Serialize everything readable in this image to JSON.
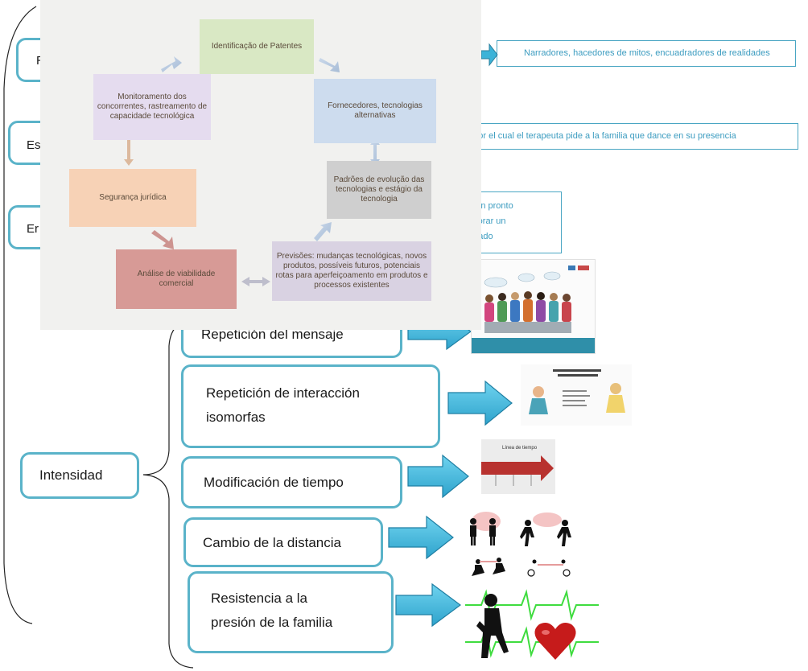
{
  "left_boxes": {
    "top_prefix": "R",
    "middle_prefix": "Es",
    "bottom_prefix": "Er"
  },
  "right_notes": {
    "note1": "Narradores, hacedores de mitos, encuadradores de realidades",
    "note2": "a por el cual el terapeuta pide a la familia que dance en su presencia",
    "note3_line1": "e tan pronto",
    "note3_line2": "laborar un",
    "note3_line3": "amado"
  },
  "root": {
    "label": "Intensidad"
  },
  "branches": [
    {
      "line1": "Repetición del mensaje",
      "line2": ""
    },
    {
      "line1": "Repetición de interacción",
      "line2": "isomorfas"
    },
    {
      "line1": "Modificación de tiempo",
      "line2": ""
    },
    {
      "line1": "Cambio de la distancia",
      "line2": ""
    },
    {
      "line1": "Resistencia a la",
      "line2": "presión de la familia"
    }
  ],
  "inset_diagram": {
    "patentes": "Identificação de Patentes",
    "monitoramento": "Monitoramento dos concorrentes, rastreamento de capacidade tecnológica",
    "fornecedores": "Fornecedores, tecnologias alternativas",
    "seguranca": "Segurança jurídica",
    "padroes": "Padrões de evolução das tecnologias e estágio da tecnologia",
    "analise": "Análise de viabilidade comercial",
    "previsoes": "Previsões: mudanças tecnológicas, novos produtos, possíveis futuros, potenciais rotas para aperfeiçoamento em produtos e processos existentes"
  },
  "thumbnails": {
    "time_slide_title": "Línea de tiempo"
  },
  "colors": {
    "box_border": "#5ab3c9",
    "arrow_fill": "#3bb3d8",
    "note_text": "#3c9cc0"
  }
}
